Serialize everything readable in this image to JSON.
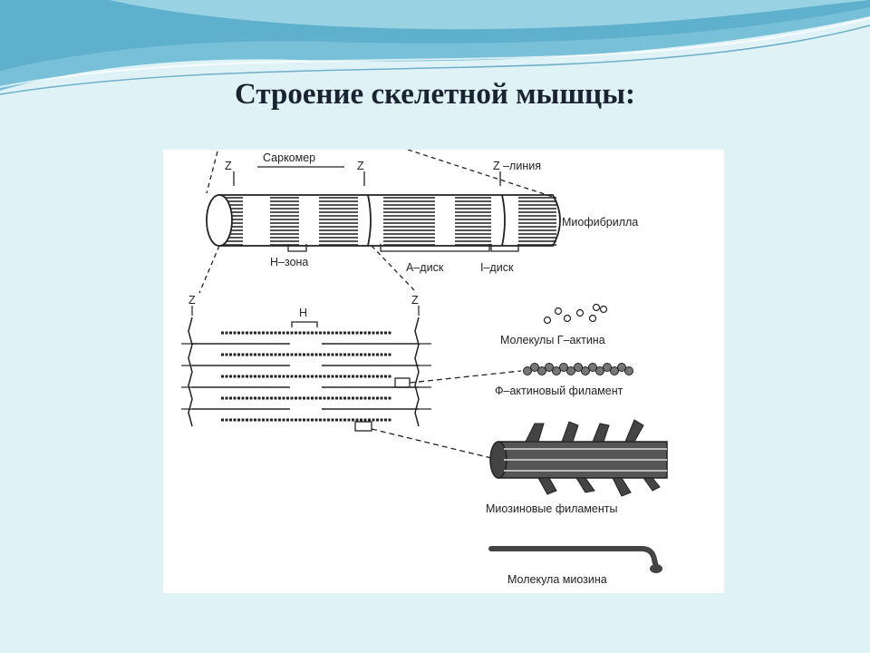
{
  "slide": {
    "title": "Строение скелетной мышцы:"
  },
  "diagram": {
    "labels": {
      "z_left": "Z",
      "sarcomere": "Саркомер",
      "z_mid": "Z",
      "z_line": "Z –линия",
      "myofibril": "Миофибрилла",
      "h_zone": "Н–зона",
      "a_disk": "А–диск",
      "i_disk": "I–диск",
      "z_lower_left": "Z",
      "z_lower_right": "Z",
      "h": "Н",
      "g_actin": "Молекулы Г–актина",
      "f_actin": "Ф–актиновый филамент",
      "myosin_filaments": "Миозиновые филаменты",
      "myosin_molecule": "Молекула миозина"
    }
  },
  "colors": {
    "background": "#dff3f7",
    "wave_dark": "#4aa8c6",
    "wave_light": "#9fd6e6",
    "title": "#1b2333",
    "ink": "#222222"
  }
}
